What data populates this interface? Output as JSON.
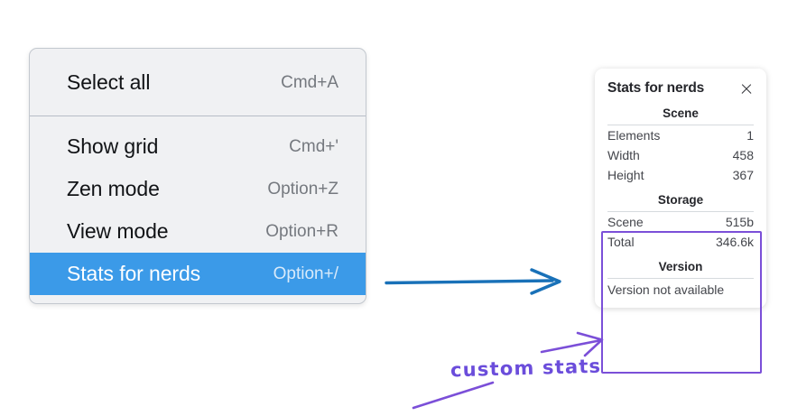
{
  "context_menu": {
    "groups": [
      {
        "items": [
          {
            "label": "Select all",
            "shortcut": "Cmd+A",
            "selected": false
          }
        ]
      },
      {
        "items": [
          {
            "label": "Show grid",
            "shortcut": "Cmd+'",
            "selected": false
          },
          {
            "label": "Zen mode",
            "shortcut": "Option+Z",
            "selected": false
          },
          {
            "label": "View mode",
            "shortcut": "Option+R",
            "selected": false
          },
          {
            "label": "Stats for nerds",
            "shortcut": "Option+/",
            "selected": true
          }
        ]
      }
    ],
    "highlight_color": "#3b9ae8"
  },
  "stats_panel": {
    "title": "Stats for nerds",
    "close_icon": "close-icon",
    "sections": [
      {
        "name": "scene",
        "heading": "Scene",
        "rows": [
          {
            "key": "Elements",
            "value": "1"
          },
          {
            "key": "Width",
            "value": "458"
          },
          {
            "key": "Height",
            "value": "367"
          }
        ]
      },
      {
        "name": "storage",
        "heading": "Storage",
        "rows": [
          {
            "key": "Scene",
            "value": "515b"
          },
          {
            "key": "Total",
            "value": "346.6k"
          }
        ]
      },
      {
        "name": "version",
        "heading": "Version",
        "note": "Version not available"
      }
    ],
    "highlight_box_color": "#7b4fd8"
  },
  "annotations": {
    "label": "custom stats",
    "label_color": "#6b4ddb",
    "blue_arrow_color": "#1971b8",
    "purple_arrow_color": "#7b4fd8"
  }
}
